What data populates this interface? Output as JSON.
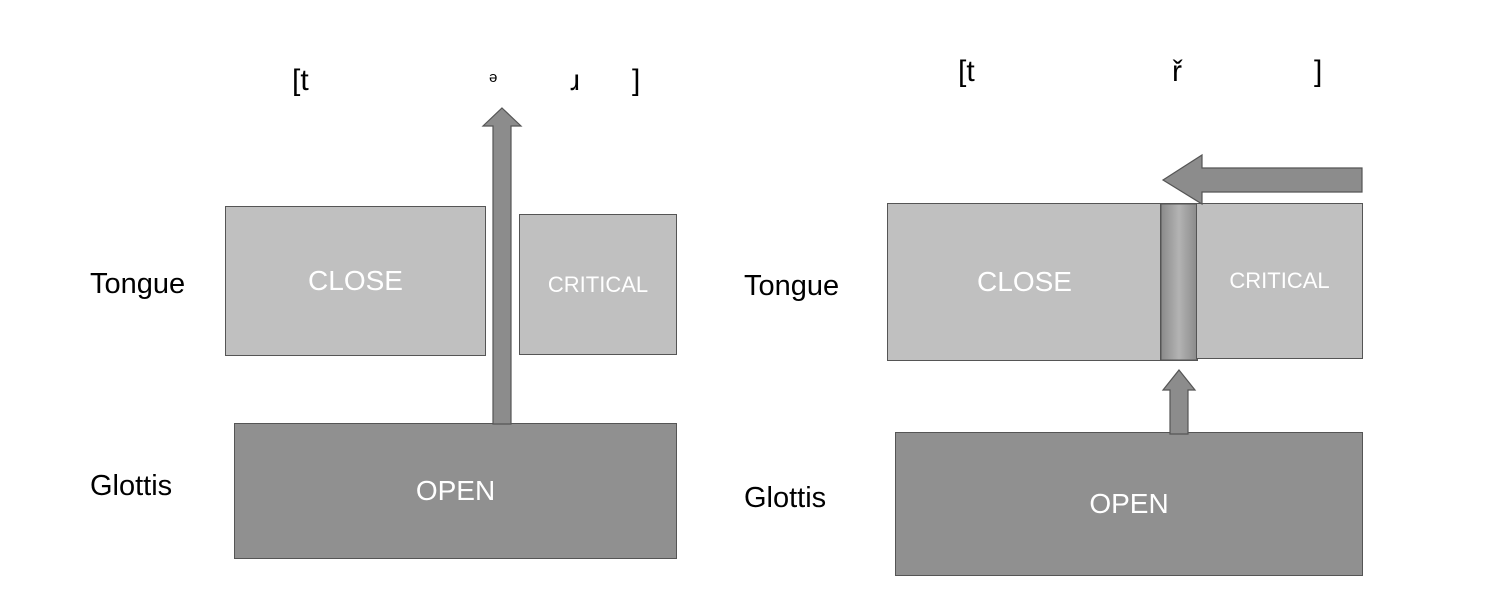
{
  "panels": [
    {
      "id": "left",
      "transcription": {
        "open_bracket": "[t",
        "schwa": "ə",
        "r_glyph": "ɹ",
        "close_bracket": "]"
      },
      "rows": {
        "tongue": "Tongue",
        "glottis": "Glottis"
      },
      "boxes": {
        "close": "CLOSE",
        "critical": "CRITICAL",
        "open": "OPEN"
      },
      "arrow_direction": "up"
    },
    {
      "id": "right",
      "transcription": {
        "open_bracket": "[t",
        "r_glyph": "ř",
        "close_bracket": "]"
      },
      "rows": {
        "tongue": "Tongue",
        "glottis": "Glottis"
      },
      "boxes": {
        "close": "CLOSE",
        "critical": "CRITICAL",
        "open": "OPEN"
      },
      "arrow_directions": [
        "left",
        "up"
      ]
    }
  ],
  "colors": {
    "tongue_fill": "#c0c0c0",
    "glottis_fill": "#909090",
    "arrow_fill": "#8c8c8c",
    "border": "#555555",
    "box_text": "#ffffff"
  }
}
